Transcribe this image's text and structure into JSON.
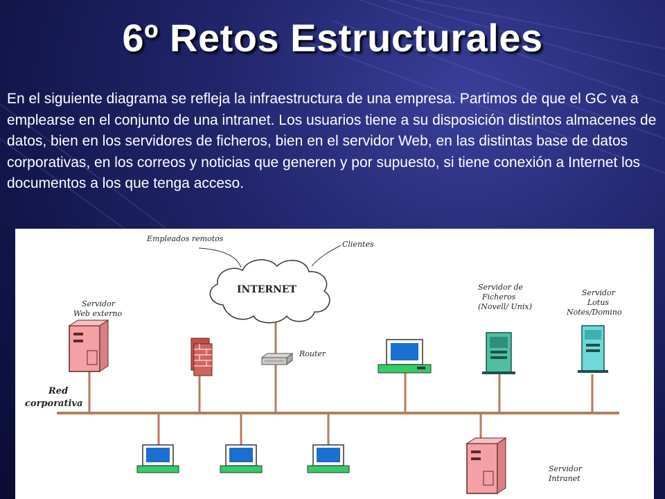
{
  "slide": {
    "title": "6º Retos Estructurales",
    "body": "En el siguiente diagrama se refleja la infraestructura de una empresa. Partimos de que el GC va a emplearse en el conjunto de una intranet. Los usuarios tiene a su disposición distintos almacenes de datos, bien en los servidores de ficheros, bien en el servidor Web, en las distintas base de datos corporativas, en los correos y noticias que generen y por supuesto, si tiene conexión a Internet los documentos a los que tenga acceso."
  },
  "diagram": {
    "cloud_label": "INTERNET",
    "remote_employees": "Empleados remotos",
    "clients": "Clientes",
    "web_server": [
      "Servidor",
      "Web externo"
    ],
    "router": "Router",
    "file_server": [
      "Servidor de",
      "Ficheros",
      "(Novell/ Unix)"
    ],
    "lotus_server": [
      "Servidor",
      "Lotus",
      "Notes/Domino"
    ],
    "network": [
      "Red",
      "corporativa"
    ],
    "intranet_server": [
      "Servidor",
      "Intranet"
    ]
  },
  "colors": {
    "background": "#1b1f5e",
    "server_pink": "#f4a0a4",
    "server_cyan": "#6fd8d8",
    "network_line": "#b97a5a",
    "workstation_screen": "#1a6fd0",
    "workstation_base": "#33cc66"
  }
}
